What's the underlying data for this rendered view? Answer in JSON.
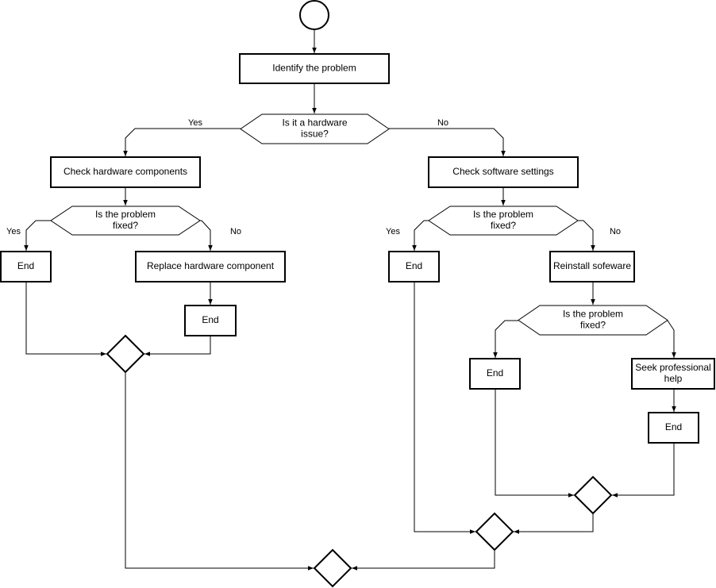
{
  "nodes": {
    "start": {
      "shape": "circle"
    },
    "identify": {
      "shape": "rect",
      "lines": [
        "Identify the problem"
      ]
    },
    "hw_question": {
      "shape": "hexagon",
      "lines": [
        "Is it a hardware",
        "issue?"
      ]
    },
    "check_hw": {
      "shape": "rect",
      "lines": [
        "Check hardware components"
      ]
    },
    "check_sw": {
      "shape": "rect",
      "lines": [
        "Check software settings"
      ]
    },
    "hw_fixed": {
      "shape": "hexagon",
      "lines": [
        "Is the problem",
        "fixed?"
      ]
    },
    "sw_fixed": {
      "shape": "hexagon",
      "lines": [
        "Is the problem",
        "fixed?"
      ]
    },
    "end_hw_yes": {
      "shape": "rect",
      "lines": [
        "End"
      ]
    },
    "replace_hw": {
      "shape": "rect",
      "lines": [
        "Replace hardware component"
      ]
    },
    "end_hw_replaced": {
      "shape": "rect",
      "lines": [
        "End"
      ]
    },
    "end_sw_yes": {
      "shape": "rect",
      "lines": [
        "End"
      ]
    },
    "reinstall_sw": {
      "shape": "rect",
      "lines": [
        "Reinstall sofeware"
      ]
    },
    "sw_fixed_2": {
      "shape": "hexagon",
      "lines": [
        "Is the problem",
        "fixed?"
      ]
    },
    "end_sw_reinstalled": {
      "shape": "rect",
      "lines": [
        "End"
      ]
    },
    "seek_help": {
      "shape": "rect",
      "lines": [
        "Seek professional",
        "help"
      ]
    },
    "end_help": {
      "shape": "rect",
      "lines": [
        "End"
      ]
    },
    "merge_hw": {
      "shape": "diamond"
    },
    "merge_sw_inner": {
      "shape": "diamond"
    },
    "merge_sw": {
      "shape": "diamond"
    },
    "merge_final": {
      "shape": "diamond"
    }
  },
  "edges": [
    {
      "from": "start",
      "to": "identify",
      "label": ""
    },
    {
      "from": "identify",
      "to": "hw_question",
      "label": ""
    },
    {
      "from": "hw_question",
      "to": "check_hw",
      "label": "Yes"
    },
    {
      "from": "hw_question",
      "to": "check_sw",
      "label": "No"
    },
    {
      "from": "check_hw",
      "to": "hw_fixed",
      "label": ""
    },
    {
      "from": "hw_fixed",
      "to": "end_hw_yes",
      "label": "Yes"
    },
    {
      "from": "hw_fixed",
      "to": "replace_hw",
      "label": "No"
    },
    {
      "from": "replace_hw",
      "to": "end_hw_replaced",
      "label": ""
    },
    {
      "from": "end_hw_yes",
      "to": "merge_hw",
      "label": ""
    },
    {
      "from": "end_hw_replaced",
      "to": "merge_hw",
      "label": ""
    },
    {
      "from": "check_sw",
      "to": "sw_fixed",
      "label": ""
    },
    {
      "from": "sw_fixed",
      "to": "end_sw_yes",
      "label": "Yes"
    },
    {
      "from": "sw_fixed",
      "to": "reinstall_sw",
      "label": "No"
    },
    {
      "from": "reinstall_sw",
      "to": "sw_fixed_2",
      "label": ""
    },
    {
      "from": "sw_fixed_2",
      "to": "end_sw_reinstalled",
      "label": ""
    },
    {
      "from": "sw_fixed_2",
      "to": "seek_help",
      "label": ""
    },
    {
      "from": "seek_help",
      "to": "end_help",
      "label": ""
    },
    {
      "from": "end_sw_reinstalled",
      "to": "merge_sw_inner",
      "label": ""
    },
    {
      "from": "end_help",
      "to": "merge_sw_inner",
      "label": ""
    },
    {
      "from": "end_sw_yes",
      "to": "merge_sw",
      "label": ""
    },
    {
      "from": "merge_sw_inner",
      "to": "merge_sw",
      "label": ""
    },
    {
      "from": "merge_hw",
      "to": "merge_final",
      "label": ""
    },
    {
      "from": "merge_sw",
      "to": "merge_final",
      "label": ""
    }
  ]
}
